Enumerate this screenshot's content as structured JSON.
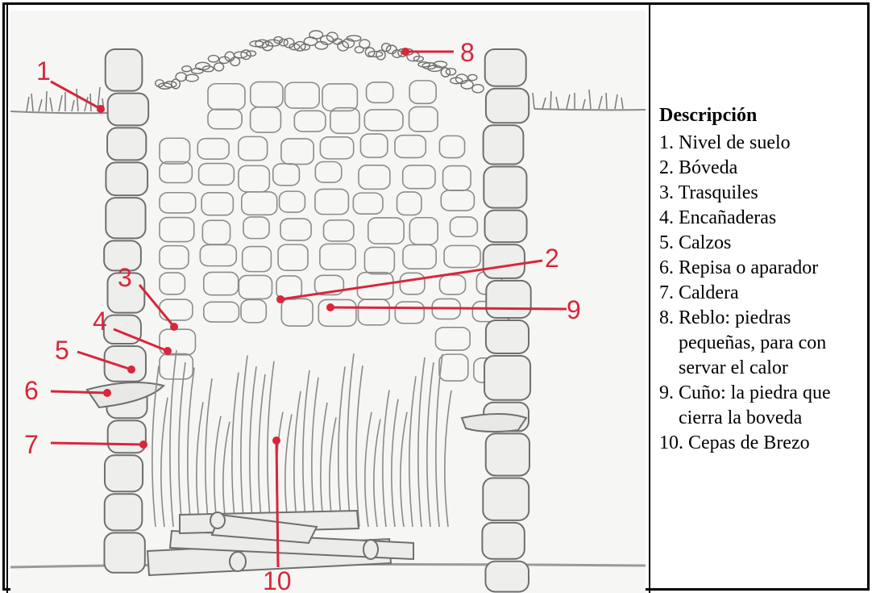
{
  "legend": {
    "title": "Descripción",
    "lines": [
      "1. Nivel de suelo",
      "2. Bóveda",
      "3. Trasquiles",
      "4. Encañaderas",
      "5. Calzos",
      "6. Repisa o aparador",
      "7. Caldera",
      "8. Reblo: piedras",
      "    pequeñas, para con",
      "    servar el calor",
      "9. Cuño: la piedra que",
      "    cierra la boveda",
      "10. Cepas de Brezo"
    ]
  },
  "callouts": [
    {
      "number": "1"
    },
    {
      "number": "2"
    },
    {
      "number": "3"
    },
    {
      "number": "4"
    },
    {
      "number": "5"
    },
    {
      "number": "6"
    },
    {
      "number": "7"
    },
    {
      "number": "8"
    },
    {
      "number": "9"
    },
    {
      "number": "10"
    }
  ],
  "colors": {
    "callout": "#d8263b",
    "pencil": "#6b6b6b",
    "paper": "#f6f6f4"
  }
}
